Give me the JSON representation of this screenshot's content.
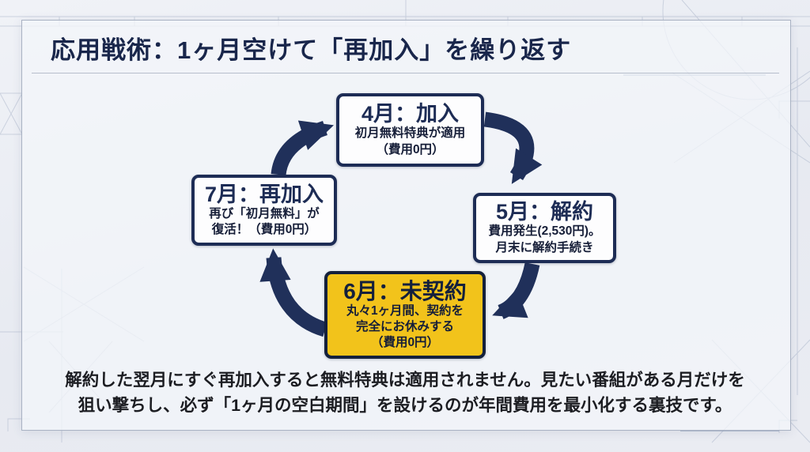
{
  "slide": {
    "title": "応用戦術：1ヶ月空けて「再加入」を繰り返す",
    "footer_lines": [
      "解約した翌月にすぐ再加入すると無料特典は適用されません。見たい番組がある月だけを",
      "狙い撃ちし、必ず「1ヶ月の空白期間」を設けるのが年間費用を最小化する裏技です。"
    ]
  },
  "cycle": {
    "steps": [
      {
        "month": "april",
        "title": "4月：加入",
        "lines": [
          "初月無料特典が適用",
          "（費用0円）"
        ],
        "highlighted": false
      },
      {
        "month": "may",
        "title": "5月：解約",
        "lines": [
          "費用発生(2,530円)。",
          "月末に解約手続き"
        ],
        "highlighted": false
      },
      {
        "month": "june",
        "title": "6月：未契約",
        "lines": [
          "丸々1ヶ月間、契約を",
          "完全にお休みする",
          "（費用0円）"
        ],
        "highlighted": true
      },
      {
        "month": "july",
        "title": "7月：再加入",
        "lines": [
          "再び「初月無料」が",
          "復活！（費用0円）"
        ],
        "highlighted": false
      }
    ],
    "edges": [
      {
        "from": "4月：加入",
        "to": "5月：解約"
      },
      {
        "from": "5月：解約",
        "to": "6月：未契約"
      },
      {
        "from": "6月：未契約",
        "to": "7月：再加入"
      },
      {
        "from": "7月：再加入",
        "to": "4月：加入"
      }
    ]
  },
  "colors": {
    "navy": "#1d2c55",
    "navy_text": "#19264b",
    "arrow": "#20305a",
    "yellow": "#f2c31b",
    "body_text": "#161e38",
    "footer_text": "#1c1d22",
    "card_bg": "#f3f5fa",
    "page_bg": "#e7eaf1",
    "blueprint_line": "#aeb8cc"
  }
}
